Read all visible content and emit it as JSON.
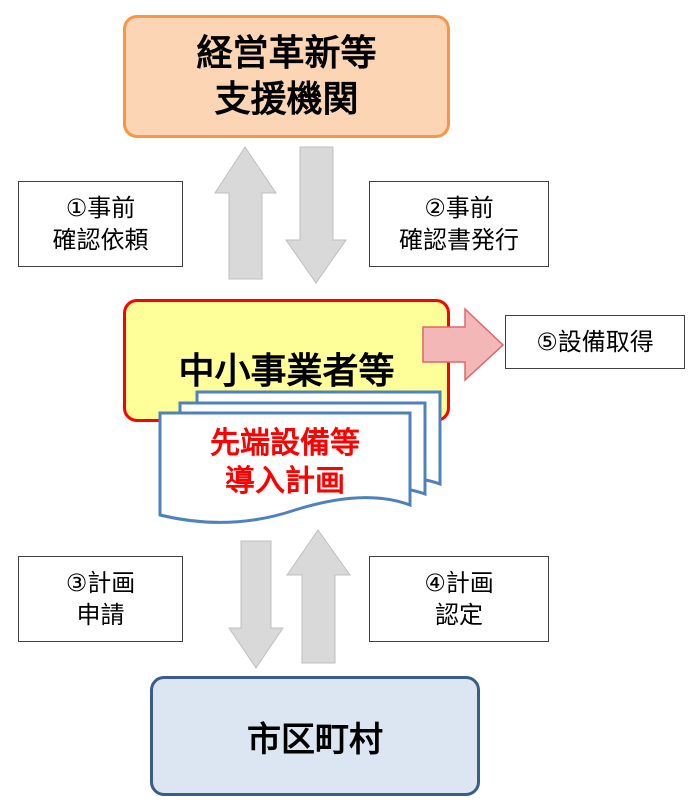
{
  "nodes": {
    "support_agency": {
      "line1": "経営革新等",
      "line2": "支援機関"
    },
    "sme": {
      "label": "中小事業者等"
    },
    "plan_document": {
      "line1": "先端設備等",
      "line2": "導入計画"
    },
    "municipality": {
      "label": "市区町村"
    }
  },
  "steps": {
    "s1": {
      "line1": "①事前",
      "line2": "確認依頼"
    },
    "s2": {
      "line1": "②事前",
      "line2": "確認書発行"
    },
    "s3": {
      "line1": "③計画",
      "line2": "申請"
    },
    "s4": {
      "line1": "④計画",
      "line2": "認定"
    },
    "s5": {
      "label": "⑤設備取得"
    }
  },
  "colors": {
    "support_fill": "#fcd5b5",
    "support_border": "#f79646",
    "sme_fill": "#ffff99",
    "sme_border": "#ff0000",
    "muni_fill": "#dce6f2",
    "muni_border": "#385d8a",
    "doc_border": "#4f81bd",
    "plan_text": "#ff0000",
    "arrow_gray": "#d9d9d9",
    "arrow_red_fill": "#f4b7b7"
  }
}
